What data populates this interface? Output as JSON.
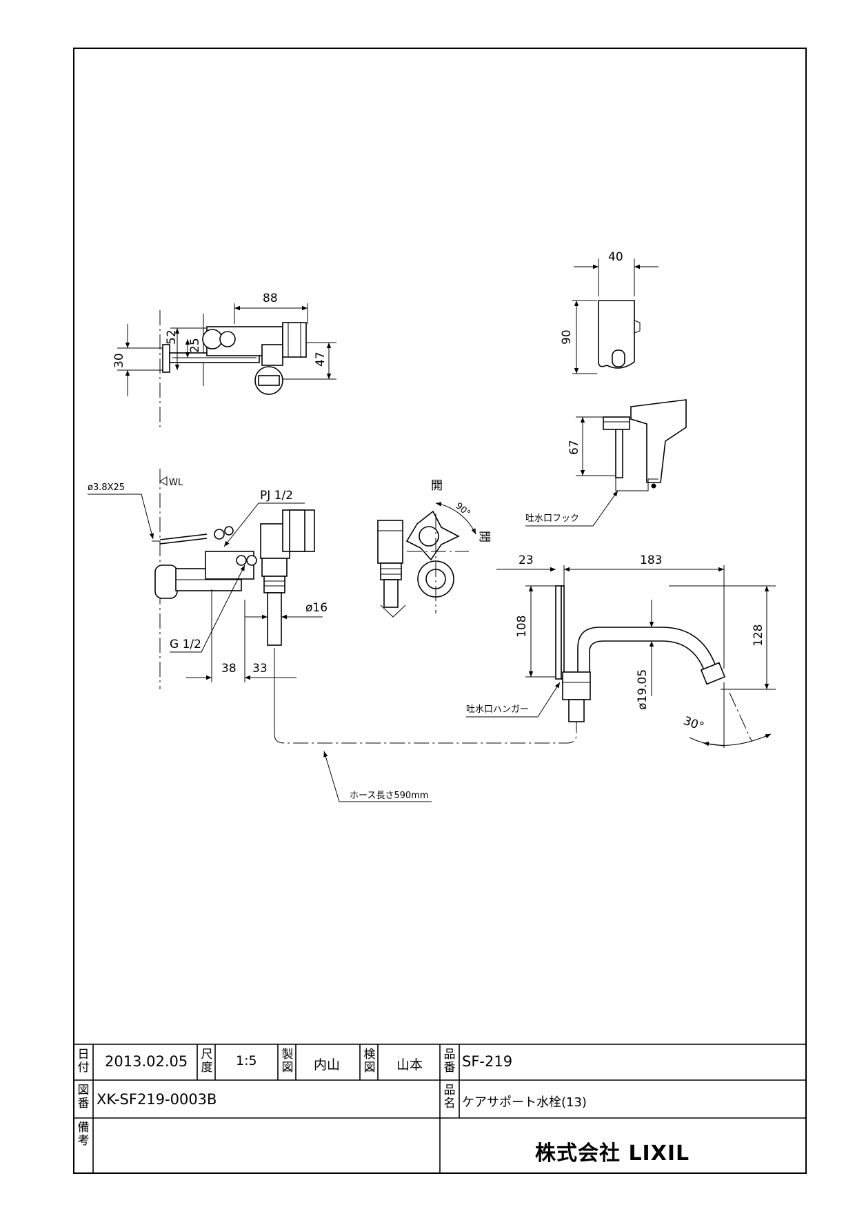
{
  "drawing": {
    "dimensions": {
      "top_88": "88",
      "top_52": "52",
      "top_30": "30",
      "top_25": "25",
      "top_47": "47",
      "hanger_40": "40",
      "hanger_90": "90",
      "hook_67": "67",
      "front_38": "38",
      "front_33": "33",
      "spout_23": "23",
      "spout_183": "183",
      "spout_108": "108",
      "spout_128": "128"
    },
    "labels": {
      "pipe_dia": "ø3.8X25",
      "wl": "WL",
      "pj": "PJ 1/2",
      "g": "G 1/2",
      "d16": "ø16",
      "open1": "開",
      "open2": "開",
      "angle_90": "90°",
      "spout_hook": "吐水口フック",
      "spout_hanger": "吐水口ハンガー",
      "d1905": "ø19.05",
      "angle_30": "30°",
      "hose_length": "ホース長さ590mm"
    }
  },
  "title_block": {
    "date_label": "日付",
    "date": "2013.02.05",
    "scale_label": "尺度",
    "scale": "1:5",
    "drafted_label": "製図",
    "drafted_by": "内山",
    "checked_label": "検図",
    "checked_by": "山本",
    "product_no_label": "品番",
    "product_no": "SF-219",
    "drawing_no_label": "図番",
    "drawing_no": "XK-SF219-0003B",
    "product_name_label": "品名",
    "product_name": "ケアサポート水栓(13)",
    "remarks_label": "備考",
    "company": "株式会社 LIXIL"
  }
}
